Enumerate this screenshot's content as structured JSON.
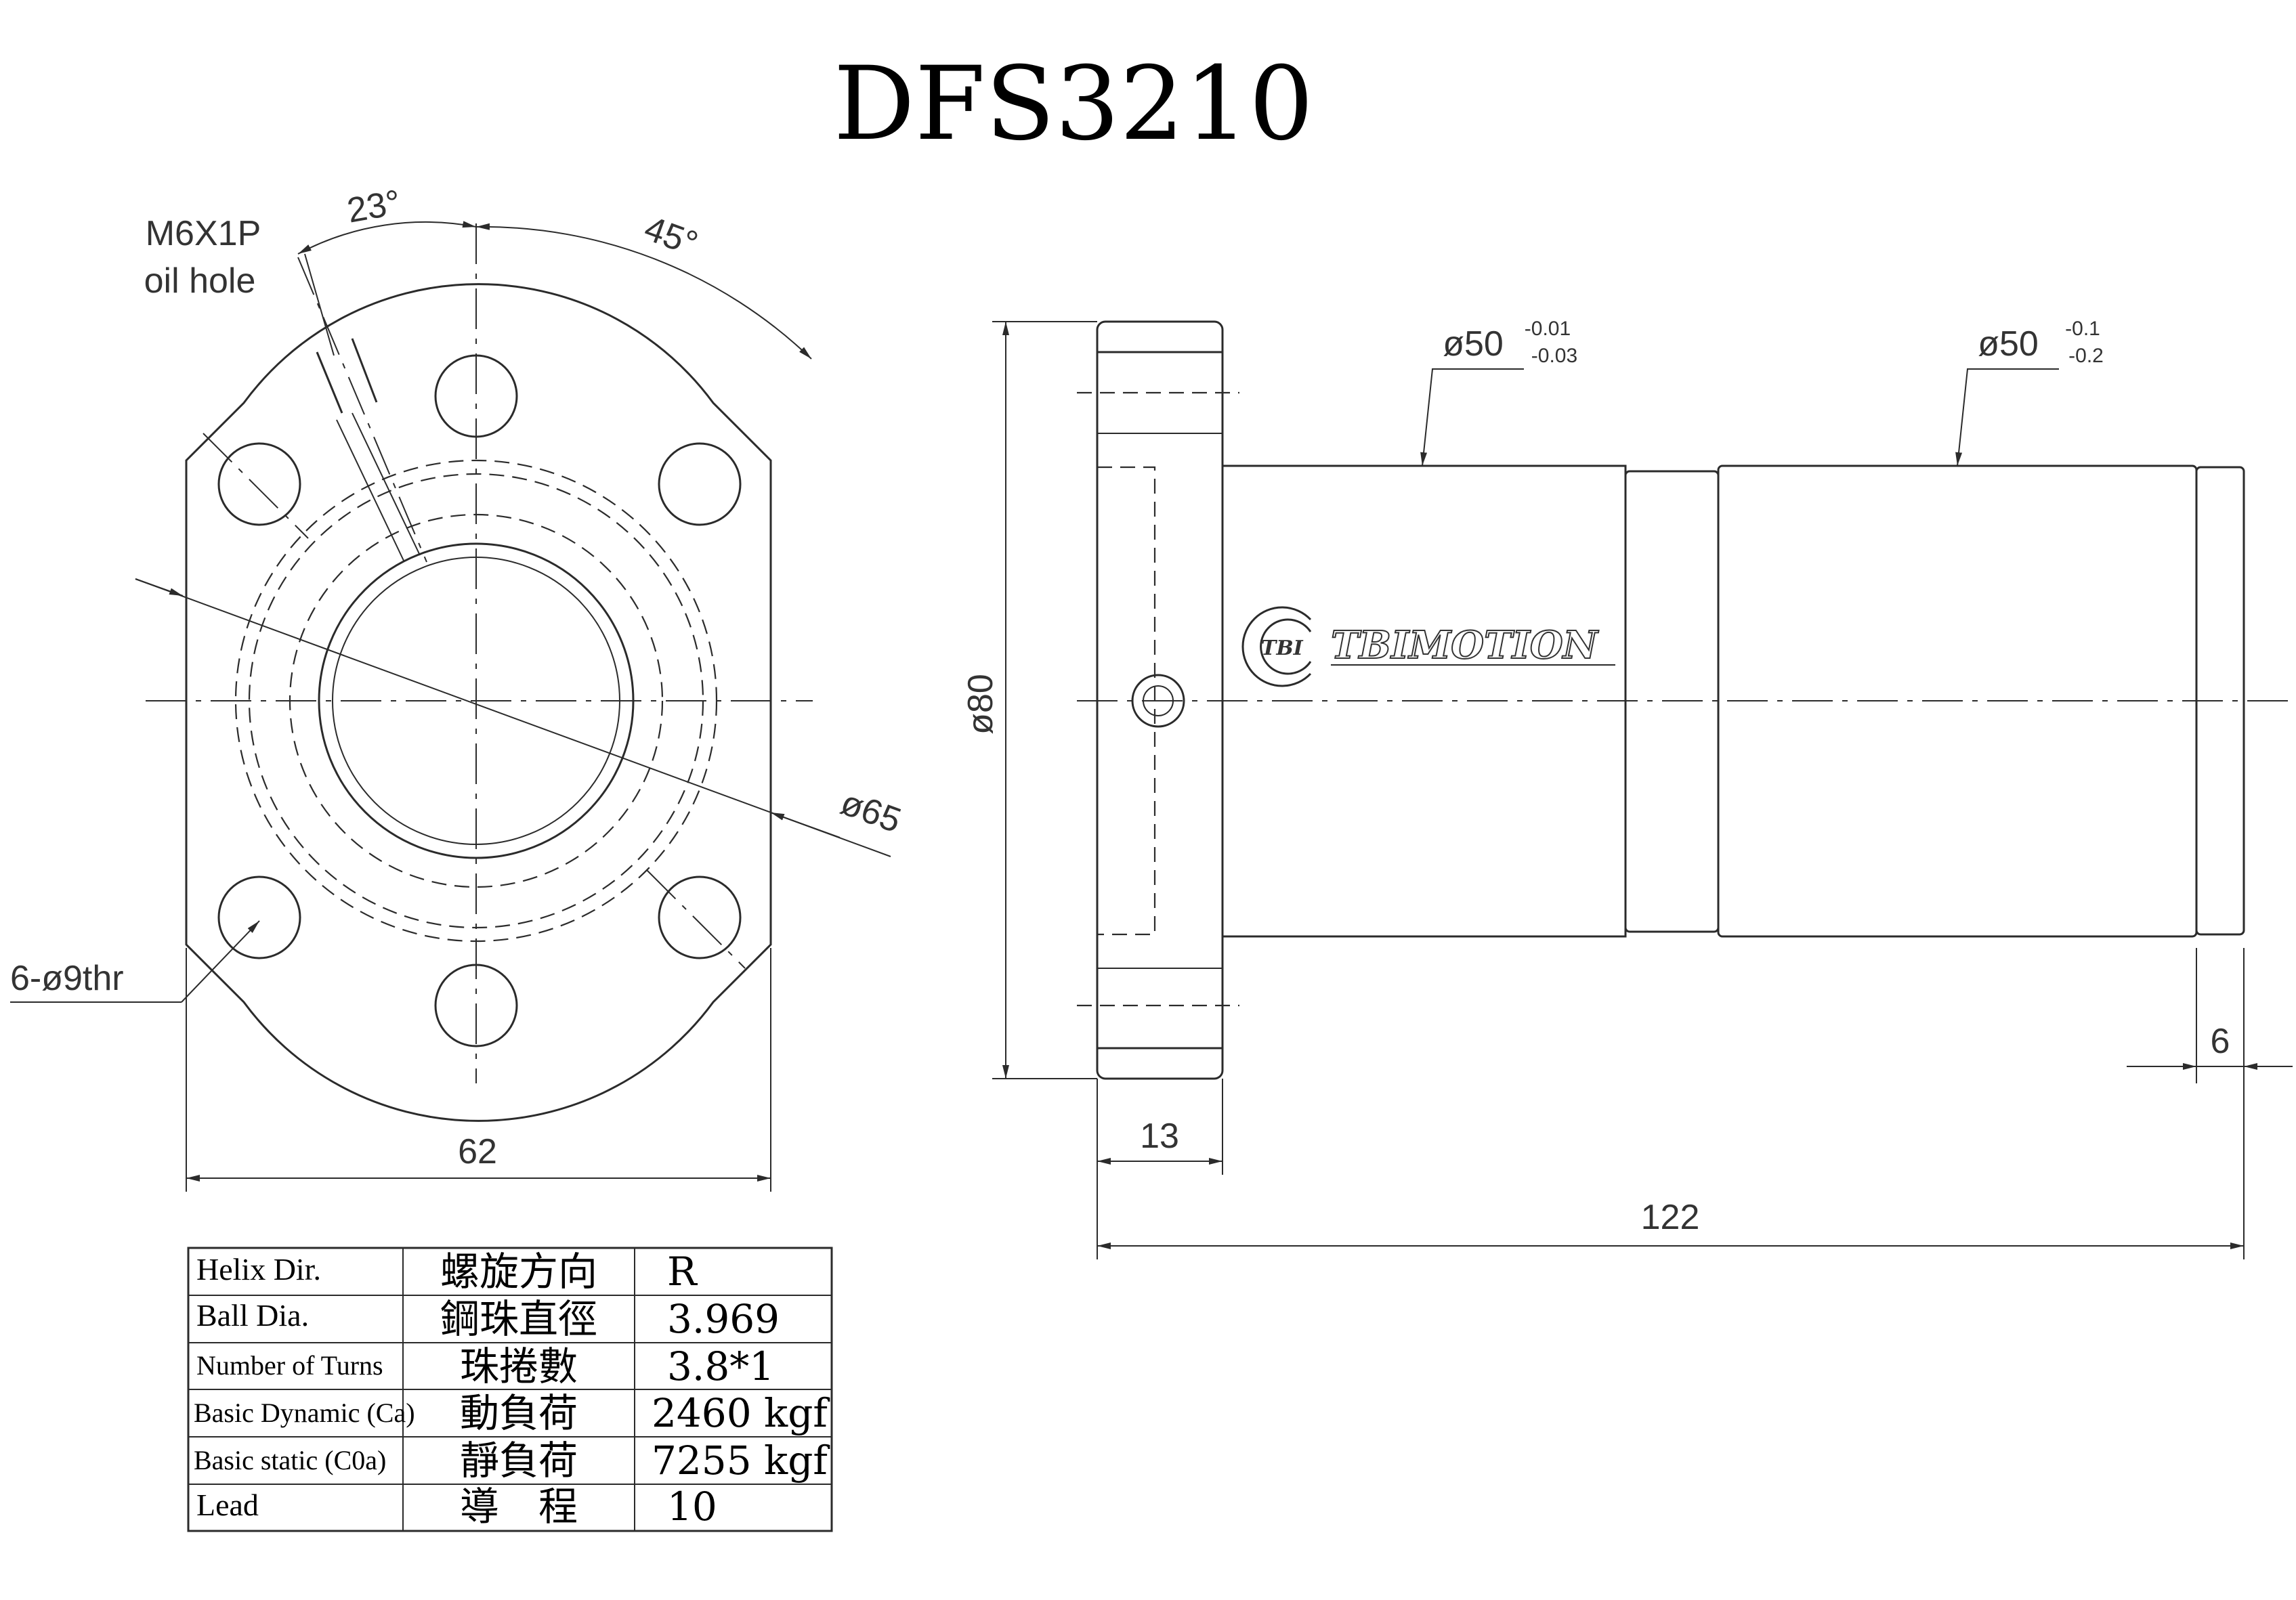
{
  "title": "DFS3210",
  "front_view": {
    "oil_hole_spec": "M6X1P",
    "oil_hole_label": "oil hole",
    "angle_1": "23°",
    "angle_2": "45°",
    "bolt_circle_dia": "ø65",
    "holes_spec": "6-ø9thr",
    "flange_width": "62"
  },
  "side_view": {
    "flange_dia": "ø80",
    "body_dia_1": "ø50",
    "body_dia_1_tol_upper": "-0.01",
    "body_dia_1_tol_lower": "-0.03",
    "body_dia_2": "ø50",
    "body_dia_2_tol_upper": "-0.1",
    "body_dia_2_tol_lower": "-0.2",
    "flange_thickness": "13",
    "end_length": "6",
    "total_length": "122",
    "logo_mark": "TBI",
    "logo_text": "TBIMOTION"
  },
  "spec_table": [
    {
      "en": "Helix  Dir.",
      "zh": "螺旋方向",
      "value": "R"
    },
    {
      "en": "Ball Dia.",
      "zh": "鋼珠直徑",
      "value": "3.969"
    },
    {
      "en": "Number of Turns",
      "zh": "珠捲數",
      "value": "3.8*1"
    },
    {
      "en": "Basic Dynamic (Ca)",
      "zh": "動負荷",
      "value": "2460 kgf"
    },
    {
      "en": "Basic static (C0a)",
      "zh": "靜負荷",
      "value": "7255 kgf"
    },
    {
      "en": "Lead",
      "zh": "導　程",
      "value": "10"
    }
  ]
}
